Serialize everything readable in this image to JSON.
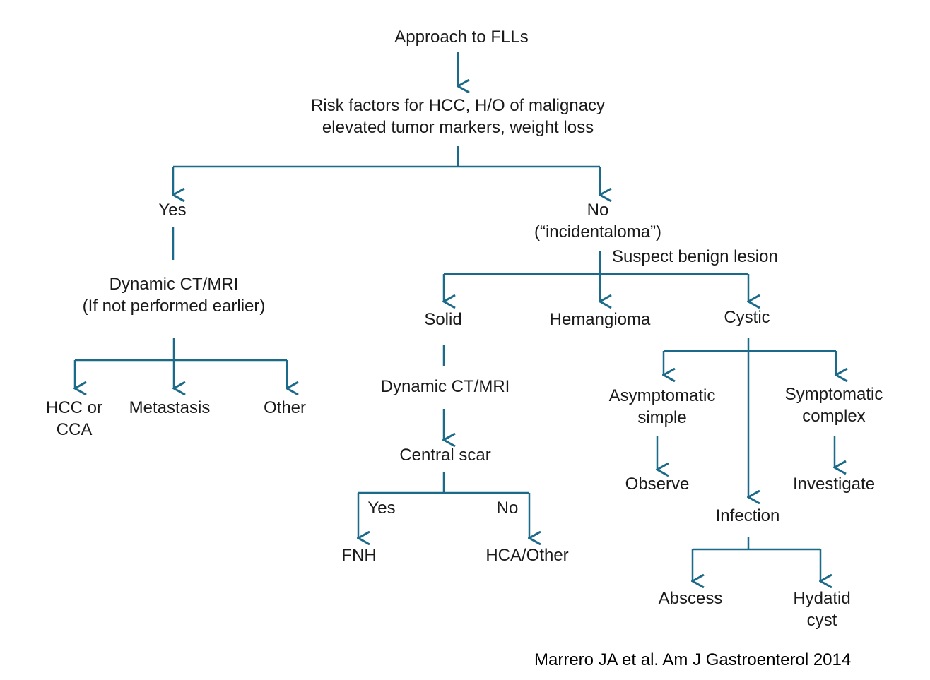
{
  "colors": {
    "connector": "#1b6a8a",
    "text": "#1a1a1a"
  },
  "nodes": {
    "approach": [
      "Approach to FLLs"
    ],
    "risk": [
      "Risk factors for HCC, H/O of malignacy",
      "elevated tumor markers, weight loss"
    ],
    "yes": [
      "Yes"
    ],
    "no": [
      "No",
      "(“incidentaloma”)"
    ],
    "suspect": [
      "Suspect benign lesion"
    ],
    "dynamic_left": [
      "Dynamic CT/MRI",
      "(If not performed earlier)"
    ],
    "hcc_cca": [
      "HCC or",
      "CCA"
    ],
    "metastasis": [
      "Metastasis"
    ],
    "other": [
      "Other"
    ],
    "solid": [
      "Solid"
    ],
    "hemangioma": [
      "Hemangioma"
    ],
    "cystic": [
      "Cystic"
    ],
    "dynamic_mid": [
      "Dynamic CT/MRI"
    ],
    "central_scar": [
      "Central scar"
    ],
    "scar_yes": [
      "Yes"
    ],
    "scar_no": [
      "No"
    ],
    "fnh": [
      "FNH"
    ],
    "hca_other": [
      "HCA/Other"
    ],
    "asymptomatic": [
      "Asymptomatic",
      "simple"
    ],
    "symptomatic": [
      "Symptomatic",
      "complex"
    ],
    "observe": [
      "Observe"
    ],
    "investigate": [
      "Investigate"
    ],
    "infection": [
      "Infection"
    ],
    "abscess": [
      "Abscess"
    ],
    "hydatid": [
      "Hydatid",
      "cyst"
    ]
  },
  "citation": "Marrero JA et al. Am J Gastroenterol 2014"
}
